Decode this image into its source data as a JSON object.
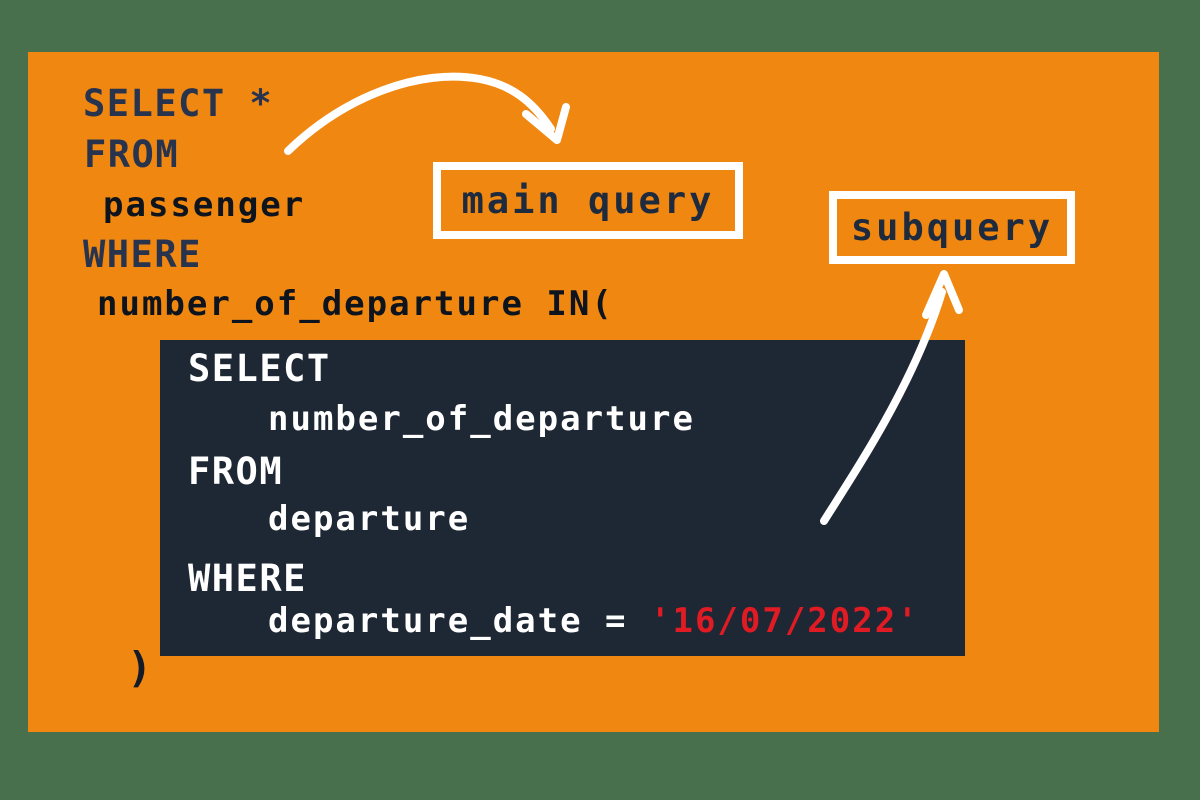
{
  "colors": {
    "frame_green": "#48704D",
    "canvas_orange": "#EF8711",
    "code_block_navy": "#1E2734",
    "keyword_navy": "#28344E",
    "identifier_black": "#0E141D",
    "inner_code_white": "#FFFFFF",
    "date_highlight_red": "#E01B24",
    "arrow_and_box_white": "#FFFFFF",
    "label_text_navy": "#1E2A3E"
  },
  "labels": {
    "main_query": "main query",
    "subquery": "subquery"
  },
  "outer_query": {
    "select": "SELECT *",
    "from": "FROM",
    "table": "passenger",
    "where": "WHERE",
    "condition": "number_of_departure IN(",
    "closing_paren": ")"
  },
  "inner_query": {
    "select": "SELECT",
    "column": "number_of_departure",
    "from": "FROM",
    "table": "departure",
    "where": "WHERE",
    "condition_prefix": "departure_date = ",
    "condition_value": "'16/07/2022'"
  }
}
